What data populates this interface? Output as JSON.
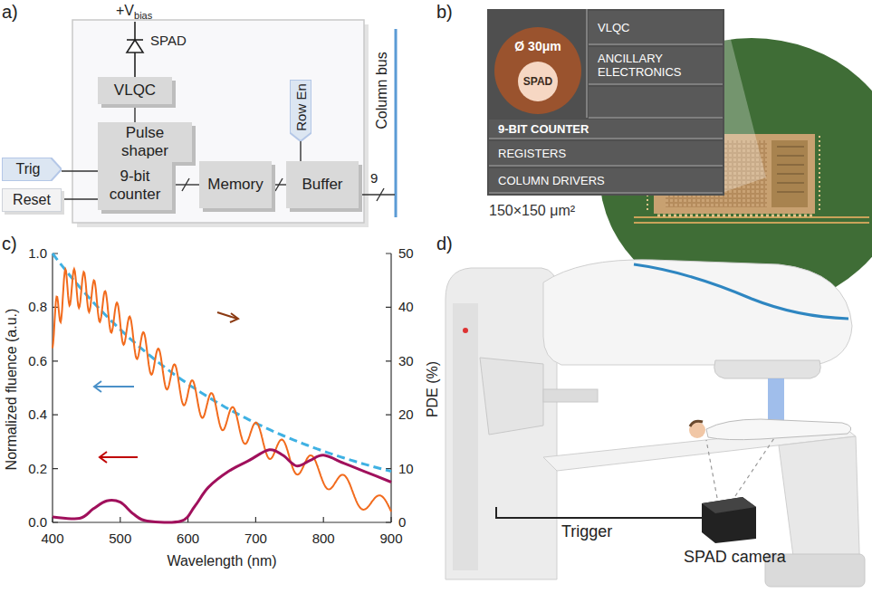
{
  "diagram": {
    "nodes": [
      {
        "text": [
          "VLQC"
        ]
      },
      {
        "text": [
          "Pulse shaper"
        ]
      },
      {
        "text": [
          "Trig"
        ]
      },
      {
        "text": [
          "Reset"
        ]
      },
      {
        "text": [
          "9-bit counter"
        ]
      },
      {
        "text": [
          "Memory"
        ]
      },
      {
        "text": [
          "Row En"
        ]
      },
      {
        "text": [
          "Buffer"
        ]
      },
      {
        "text": [
          "Ø 30μm"
        ]
      },
      {
        "text": [
          "SPAD"
        ],
        "in": 8
      },
      {
        "text": [
          "VLQC"
        ]
      },
      {
        "text": [
          "ANCILLARY ELECTRONICS"
        ]
      },
      {
        "text": [
          "9-BIT COUNTER"
        ]
      },
      {
        "text": [
          "REGISTERS"
        ]
      },
      {
        "text": [
          "COLUMN DRIVERS"
        ]
      }
    ],
    "edges": [
      {
        "from": 0,
        "to": 1,
        "arrow": "none"
      },
      {
        "from": 1,
        "to": 4,
        "arrow": "none"
      },
      {
        "from": 2,
        "to": 4,
        "arrow": "none"
      },
      {
        "from": 3,
        "to": 4,
        "arrow": "none"
      },
      {
        "from": 4,
        "to": 5,
        "arrow": "none"
      },
      {
        "from": 5,
        "to": 7,
        "arrow": "none"
      },
      {
        "from": 6,
        "to": 7,
        "arrow": "none"
      }
    ],
    "labels": [
      "a)",
      "+V",
      "bias",
      "SPAD",
      "9",
      "Column bus",
      "b)",
      "150×150 μm²",
      "c)",
      "1.0",
      "0.8",
      "0.6",
      "0.4",
      "0.2",
      "0.0",
      "50",
      "40",
      "30",
      "20",
      "10",
      "0",
      "400",
      "500",
      "600",
      "700",
      "800",
      "900",
      "Normalized fluence (a.u.)",
      "PDE (%)",
      "Wavelength (nm)",
      "d)",
      "Trigger",
      "SPAD camera"
    ]
  }
}
